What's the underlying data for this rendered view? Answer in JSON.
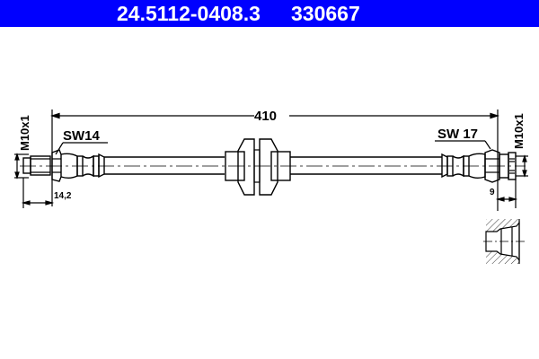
{
  "header": {
    "part_number": "24.5112-0408.3",
    "reference": "330667",
    "background_color": "#0000ff"
  },
  "drawing": {
    "overall_length": "410",
    "left_fitting": {
      "wrench_size": "SW14",
      "thread": "M10x1",
      "length_dim": "14,2"
    },
    "right_fitting": {
      "wrench_size": "SW 17",
      "thread": "M10x1",
      "length_dim": "9"
    }
  }
}
